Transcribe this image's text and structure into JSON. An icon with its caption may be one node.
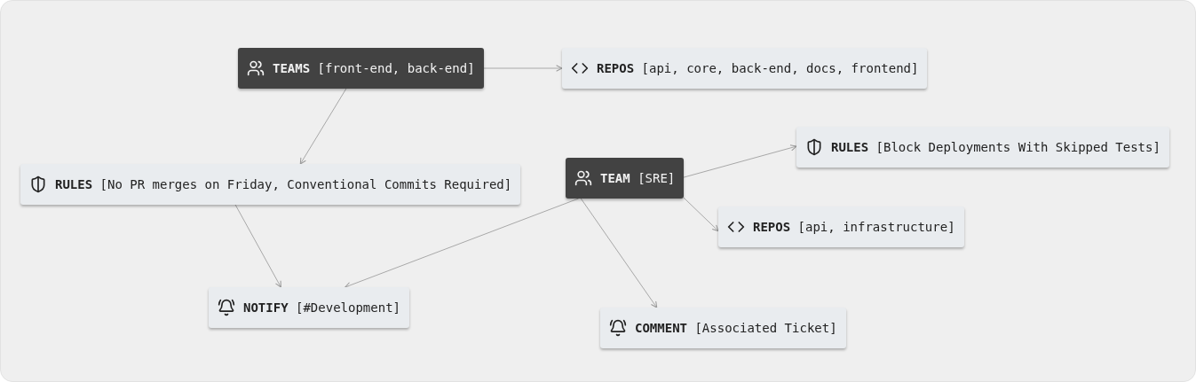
{
  "diagram": {
    "nodes": [
      {
        "text": [
          "**TEAMS** [front-end, back-end]"
        ]
      },
      {
        "text": [
          "**REPOS** [api, core, back-end, docs, frontend]"
        ]
      },
      {
        "text": [
          "**RULES** [No PR merges on Friday, Conventional Commits Required]"
        ]
      },
      {
        "text": [
          "**TEAM** [SRE]"
        ]
      },
      {
        "text": [
          "**RULES** [Block Deployments With Skipped Tests]"
        ]
      },
      {
        "text": [
          "**REPOS** [api, infrastructure]"
        ]
      },
      {
        "text": [
          "**NOTIFY** [#Development]"
        ]
      },
      {
        "text": [
          "**COMMENT** [Associated Ticket]"
        ]
      }
    ],
    "edges": [
      {
        "from": 0,
        "to": 1,
        "arrow": "to"
      },
      {
        "from": 0,
        "to": 2,
        "arrow": "to"
      },
      {
        "from": 3,
        "to": 4,
        "arrow": "to"
      },
      {
        "from": 3,
        "to": 5,
        "arrow": "to"
      },
      {
        "from": 2,
        "to": 6,
        "arrow": "to"
      },
      {
        "from": 3,
        "to": 6,
        "arrow": "to"
      },
      {
        "from": 3,
        "to": 7,
        "arrow": "to"
      }
    ]
  }
}
